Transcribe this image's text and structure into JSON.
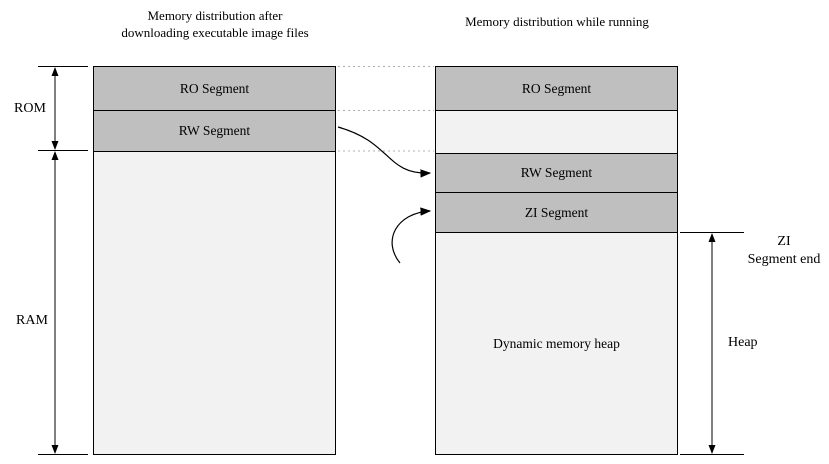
{
  "titles": {
    "left": "Memory distribution after downloading executable image files",
    "right": "Memory distribution while running"
  },
  "left_column": {
    "ro": "RO Segment",
    "rw": "RW Segment"
  },
  "right_column": {
    "ro": "RO Segment",
    "rw": "RW Segment",
    "zi": "ZI Segment",
    "heap": "Dynamic memory heap"
  },
  "side_labels": {
    "rom": "ROM",
    "ram": "RAM",
    "zi_end_line1": "ZI",
    "zi_end_line2": "Segment end",
    "heap": "Heap"
  },
  "colors": {
    "segment_gray": "#bfbfbf",
    "segment_light": "#f2f2f2",
    "border": "#000000",
    "dotted_connector": "#b0b0b0"
  }
}
